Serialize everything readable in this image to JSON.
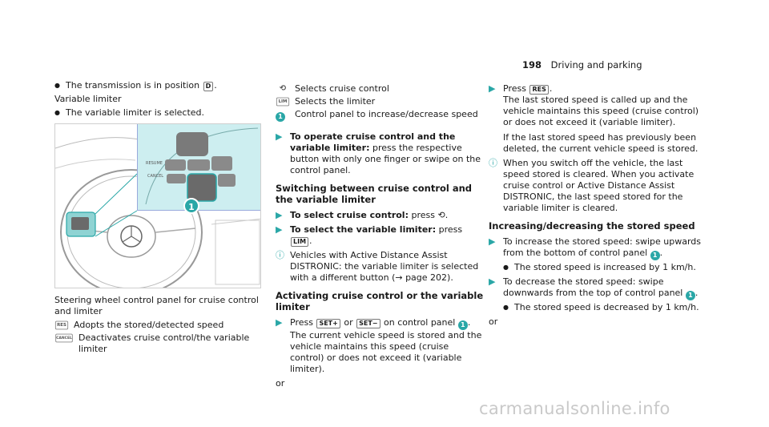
{
  "header": {
    "page_number": "198",
    "section": "Driving and parking"
  },
  "col1": {
    "bullet1": "The transmission is in position",
    "bullet1_key": "D",
    "variable_limiter_heading": "Variable limiter",
    "bullet2": "The variable limiter is selected.",
    "figure_marker": "1",
    "caption": "Steering wheel control panel for cruise control and limiter",
    "keys": [
      {
        "icon": "RES",
        "text": "Adopts the stored/detected speed"
      },
      {
        "icon": "CANCEL",
        "text": "Deactivates cruise control/the variable limiter"
      }
    ]
  },
  "col2": {
    "keys": [
      {
        "icon": "⟲",
        "text": "Selects cruise control"
      },
      {
        "icon": "LIM",
        "text": "Selects the limiter"
      },
      {
        "icon": "1",
        "text": "Control panel to increase/decrease speed"
      }
    ],
    "step1_bold": "To operate cruise control and the variable limiter:",
    "step1_text": "press the respective button with only one finger or swipe on the control panel.",
    "heading_switch": "Switching between cruise control and the variable limiter",
    "step2_bold": "To select cruise control:",
    "step2_text": "press",
    "step2_icon": "⟲",
    "step3_bold": "To select the variable limiter:",
    "step3_text": "press",
    "step3_icon": "LIM",
    "note1": "Vehicles with Active Distance Assist DISTRONIC: the variable limiter is selected with a different button (→ page 202).",
    "heading_activate": "Activating cruise control or the variable limiter",
    "step4_pre": "Press",
    "step4_key1": "SET+",
    "step4_or": "or",
    "step4_key2": "SET−",
    "step4_post": "on control panel",
    "step4_marker": "1",
    "step4_rest": "The current vehicle speed is stored and the vehicle maintains this speed (cruise control) or does not exceed it (variable limiter).",
    "or": "or"
  },
  "col3": {
    "step1_pre": "Press",
    "step1_key": "RES",
    "step1_rest": "The last stored speed is called up and the vehicle maintains this speed (cruise control) or does not exceed it (variable limiter).",
    "step1_extra": "If the last stored speed has previously been deleted, the current vehicle speed is stored.",
    "note1": "When you switch off the vehicle, the last speed stored is cleared. When you activate cruise control or Active Distance Assist DISTRONIC, the last speed stored for the variable limiter is cleared.",
    "heading": "Increasing/decreasing the stored speed",
    "step2_text": "To increase the stored speed: swipe upwards from the bottom of control panel",
    "step2_marker": "1",
    "step2_bullet": "The stored speed is increased by 1 km/h.",
    "step3_text": "To decrease the stored speed: swipe downwards from the top of control panel",
    "step3_marker": "1",
    "step3_bullet": "The stored speed is decreased by 1 km/h.",
    "or": "or"
  },
  "watermark": "carmanualsonline.info"
}
